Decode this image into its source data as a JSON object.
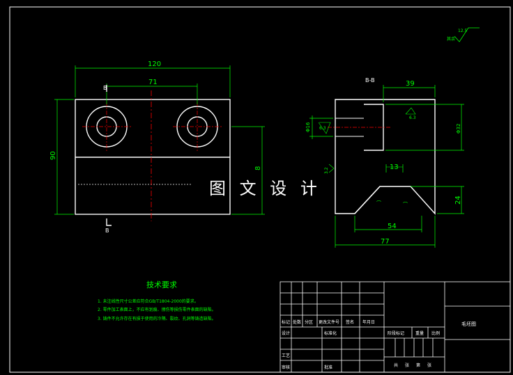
{
  "watermark": "图 文 设 计",
  "colors": {
    "background": "#000000",
    "outline": "#ffffff",
    "dimension": "#00ff00",
    "centerline": "#ff0000"
  },
  "roughness_note": {
    "label": "其余",
    "value": "12.5"
  },
  "front_view": {
    "dim_width": "120",
    "dim_hole_spacing": "71",
    "dim_height": "90",
    "dim_slot_depth": "8",
    "section_label_top": "B",
    "section_label_bottom": "B"
  },
  "side_view": {
    "section_title": "B-B",
    "dim_boss_length": "39",
    "dim_bore": "Φ16",
    "dim_boss_diameter": "Φ32",
    "roughness_bore": "6.3",
    "roughness_boss": "6.3",
    "roughness_side": "3.2",
    "dim_groove_top": "13",
    "dim_groove_depth": "24",
    "dim_groove_bottom": "54",
    "dim_total_width": "77"
  },
  "tech_requirements": {
    "title": "技术要求",
    "items": [
      "1. 未注线性尺寸公差应符合GB/T1804-2000的要求。",
      "2. 零件加工表面上，不应有划痕、擦伤等损伤零件表面的缺陷。",
      "3. 铸件不允许存在有损于使用的冷隔、裂纹、孔洞等铸造缺陷。"
    ]
  },
  "title_block": {
    "part_name": "毛坯图",
    "row_labels": [
      "标记",
      "处数",
      "分区",
      "更改文件号",
      "签名",
      "年月日"
    ],
    "designer": "设计",
    "standardization": "标准化",
    "checker": "审核",
    "process": "工艺",
    "approve": "批准",
    "stage_mark": "阶段标记",
    "weight": "重量",
    "scale": "比例",
    "sheet_info": [
      "共",
      "张",
      "第",
      "张"
    ]
  }
}
